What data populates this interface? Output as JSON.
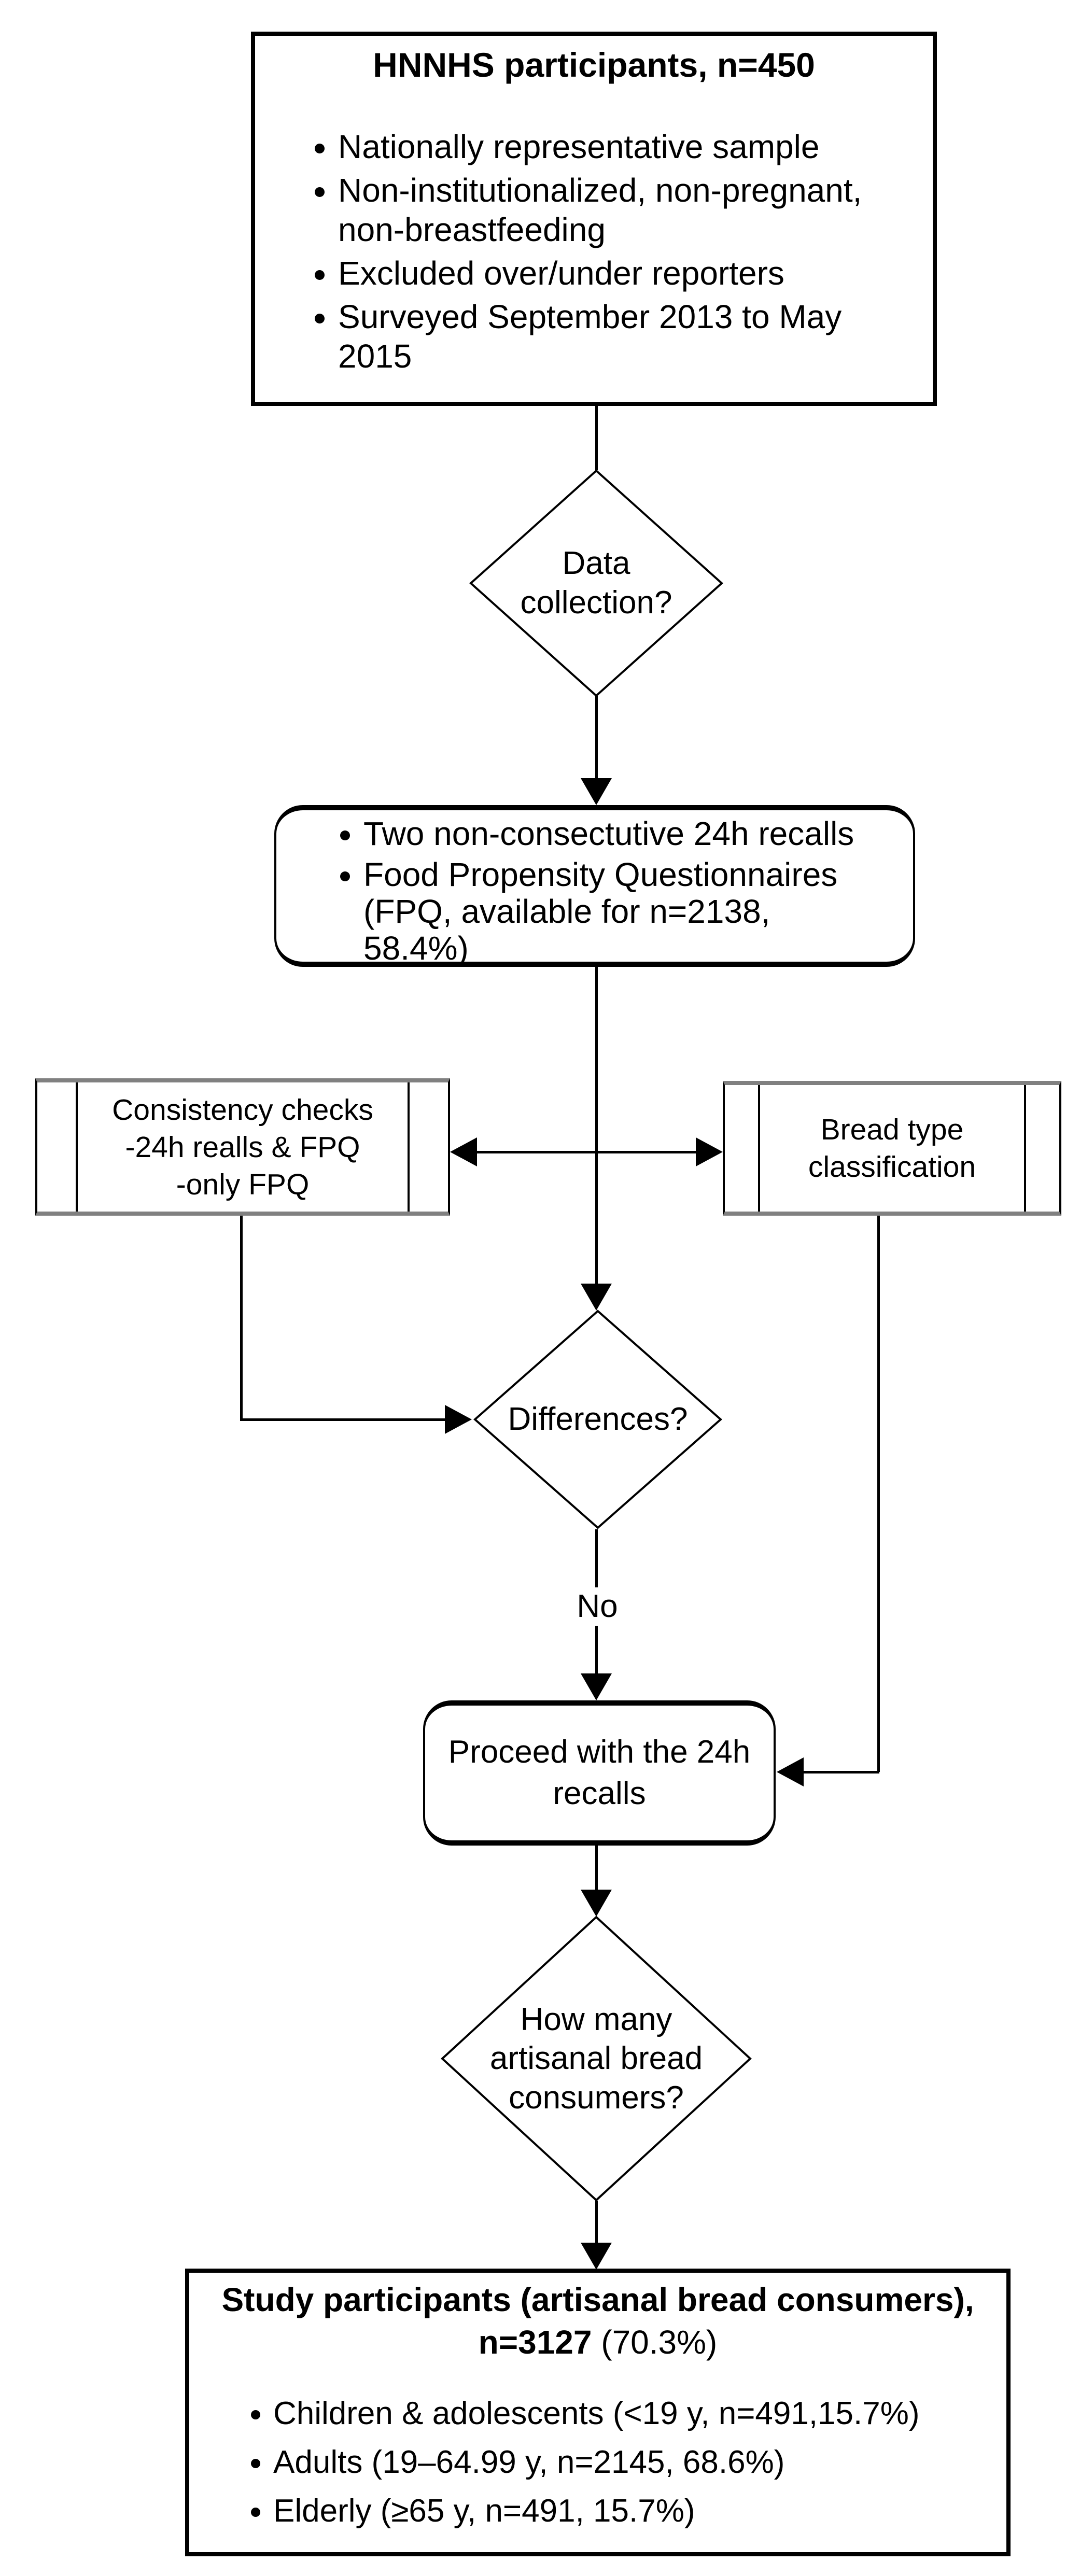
{
  "flowchart": {
    "top_box": {
      "title": "HNNHS participants, n=450",
      "bullets": [
        "Nationally representative sample",
        "Non-institutionalized, non-pregnant, non-breastfeeding",
        "Excluded over/under reporters",
        "Surveyed September 2013 to May 2015"
      ]
    },
    "decision_data_collection": {
      "label": "Data collection?"
    },
    "methods_box": {
      "bullets": [
        "Two non-consectutive 24h recalls",
        "Food Propensity Questionnaires (FPQ, available for n=2138, 58.4%)"
      ]
    },
    "consistency_box": {
      "lines": [
        "Consistency checks",
        "-24h realls & FPQ",
        "-only FPQ"
      ]
    },
    "bread_box": {
      "lines": [
        "Bread type",
        "classification"
      ]
    },
    "decision_differences": {
      "label": "Differences?"
    },
    "no_label": "No",
    "proceed_box": {
      "label": "Proceed with the 24h recalls"
    },
    "decision_consumers": {
      "label": "How many artisanal bread consumers?"
    },
    "result_box": {
      "title_line1": "Study participants (artisanal bread consumers),",
      "title_n": "n=3127",
      "title_pct": "(70.3%)",
      "bullets": [
        "Children & adolescents (<19 y, n=491,15.7%)",
        "Adults (19–64.99 y, n=2145, 68.6%)",
        "Elderly (≥65 y, n=491, 15.7%)"
      ]
    },
    "colors": {
      "stroke": "#000000",
      "process_edge_gray": "#808080",
      "background": "#ffffff"
    }
  }
}
